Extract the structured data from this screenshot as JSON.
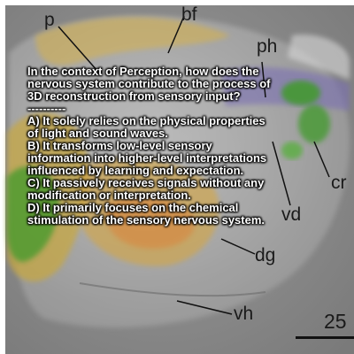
{
  "figure": {
    "labels": {
      "p": "p",
      "bf": "bf",
      "ph": "ph",
      "cr": "cr",
      "vd": "vd",
      "dg": "dg",
      "vh": "vh",
      "scale": "25"
    }
  },
  "question": {
    "stem": "In the context of Perception, how does the nervous system contribute to the process of 3D reconstruction from sensory input?",
    "separator": "----------",
    "options": [
      "A) It solely relies on the physical properties of light and sound waves.",
      "B) It transforms low-level sensory information into higher-level interpretations influenced by learning and expectation.",
      "C) It passively receives signals without any modification or interpretation.",
      "D) It primarily focuses on the chemical stimulation of the sensory nervous system."
    ]
  },
  "colors": {
    "frame": "#ffffff",
    "backdrop": "#8c8c8c",
    "tissue_grey": "#b9b9b9",
    "tissue_yellow": "#d8b24a",
    "tissue_green": "#3f9a2c",
    "tissue_purple": "#7a6fb2",
    "text": "#ffffff"
  }
}
